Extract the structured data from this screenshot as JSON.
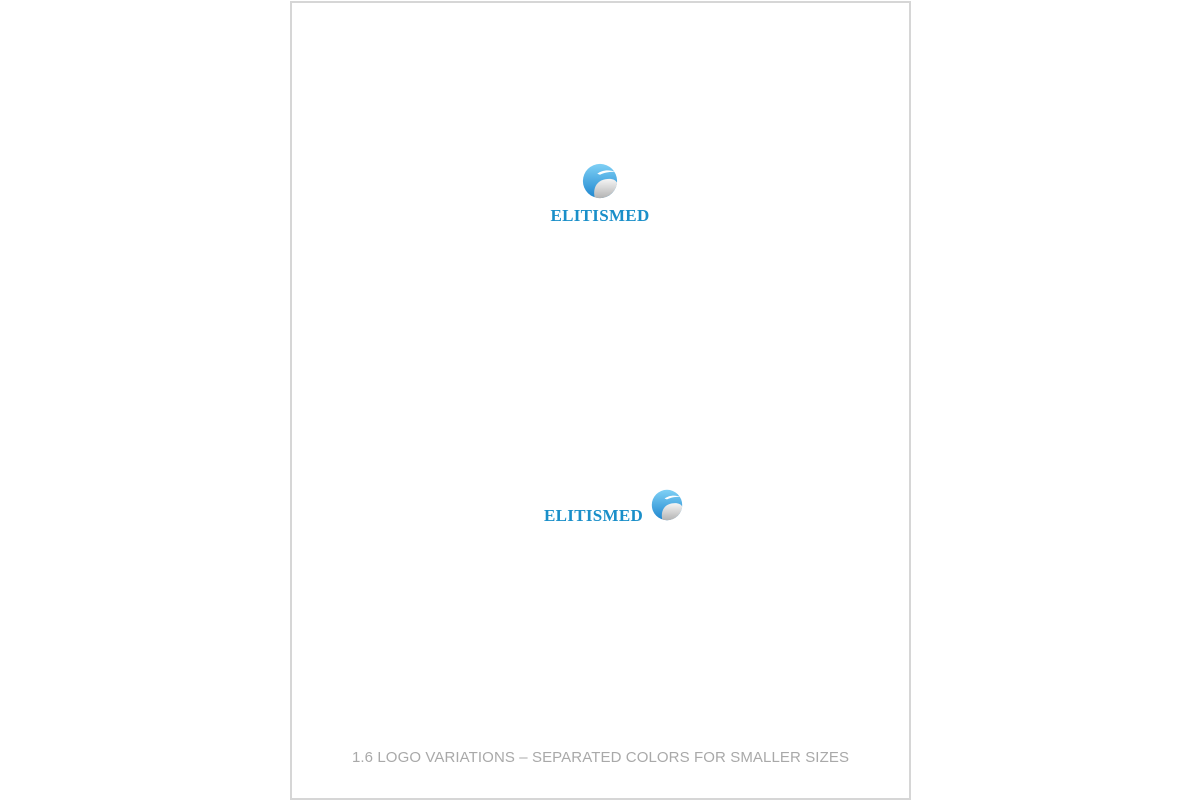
{
  "page": {
    "logo_primary": {
      "wordmark": "ELITISMED",
      "icon": "elitismed-sphere-icon"
    },
    "logo_secondary": {
      "wordmark": "ELITISMED",
      "icon": "elitismed-sphere-icon"
    },
    "caption": "1.6 LOGO VARIATIONS – SEPARATED COLORS FOR SMALLER SIZES"
  },
  "colors": {
    "brand_blue": "#1a8fc9",
    "sphere_blue_light": "#6ec6f0",
    "sphere_blue_dark": "#1e86cf",
    "sphere_grey_light": "#f0f0f0",
    "sphere_grey_dark": "#b5b5b5",
    "caption_grey": "#a9a9a9",
    "frame_border": "#d6d6d6"
  }
}
